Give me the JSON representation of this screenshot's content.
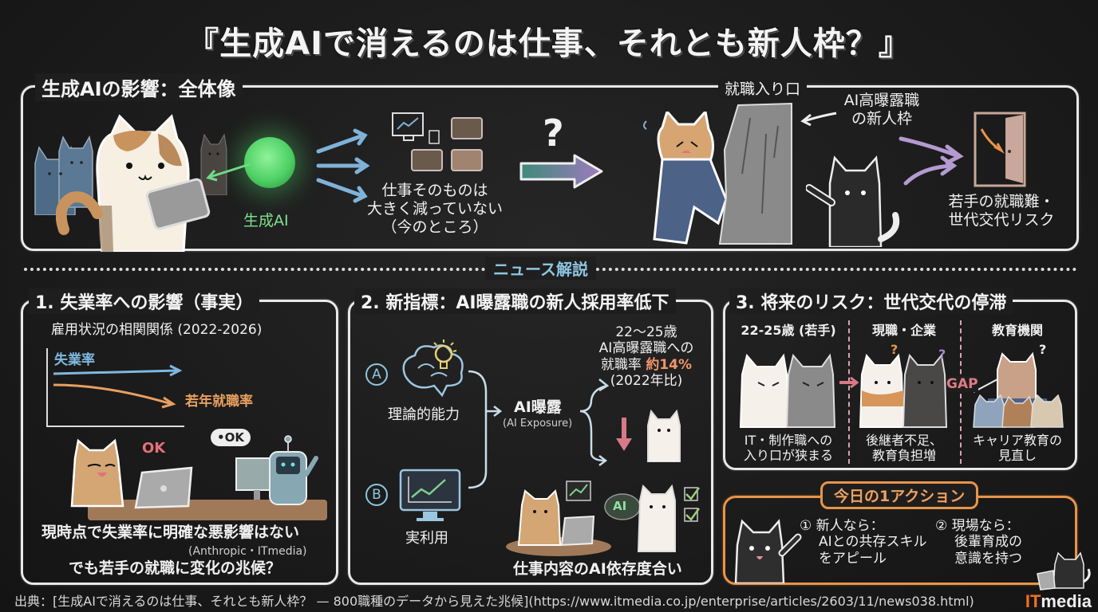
{
  "title": "『生成AIで消えるのは仕事、それとも新人枠？』",
  "overview": {
    "label": "生成AIの影響：全体像",
    "genai_label": "生成AI",
    "jobs_text": [
      "仕事そのものは",
      "大きく減っていない",
      "（今のところ）"
    ],
    "question_mark": "?",
    "entrance_label": "就職入り口",
    "new_slots_label": [
      "AI高曝露職",
      "の新人枠"
    ],
    "risk_text": [
      "若手の就職難・",
      "世代交代リスク"
    ]
  },
  "divider": {
    "label": "ニュース解説"
  },
  "panel1": {
    "title": "1. 失業率への影響（事実）",
    "subtitle": "雇用状況の相関関係 (2022-2026)",
    "unemployment_label": "失業率",
    "youth_employment_label": "若年就職率",
    "cat_ok": "OK",
    "robot_ok": "•OK",
    "conclusion": "現時点で失業率に明確な悪影響はない",
    "source_note": "(Anthropic・ITmedia)",
    "question": "でも若手の就職に変化の兆候？"
  },
  "panel2": {
    "title": "2. 新指標：AI曝露職の新人採用率低下",
    "badge_a": "A",
    "theory_label": "理論的能力",
    "badge_b": "B",
    "practical_label": "実利用",
    "exposure_label": "AI曝露",
    "exposure_en": "(AI Exposure)",
    "stat_lines": [
      "22〜25歳",
      "AI高曝露職への",
      "就職率"
    ],
    "stat_value": "約14%",
    "stat_base": "(2022年比)",
    "ai_bubble": "AI",
    "dependency_label": "仕事内容のAI依存度合い"
  },
  "panel3": {
    "title": "3. 将来のリスク：世代交代の停滞",
    "columns": [
      {
        "header": "22-25歳 (若手)",
        "text": [
          "IT・制作職への",
          "入り口が狭まる"
        ]
      },
      {
        "header": "現職・企業",
        "text": [
          "後継者不足、",
          "教育負担増"
        ]
      },
      {
        "header": "教育機関",
        "text": [
          "キャリア教育の",
          "見直し"
        ]
      }
    ],
    "gap_label": "GAP"
  },
  "action": {
    "title": "今日の1アクション",
    "items": [
      {
        "num": "①",
        "head": "新人なら：",
        "lines": [
          "AIとの共存スキル",
          "をアピール"
        ]
      },
      {
        "num": "②",
        "head": "現場なら：",
        "lines": [
          "後輩育成の",
          "意識を持つ"
        ]
      }
    ]
  },
  "footer": {
    "source": "出典：[生成AIで消えるのは仕事、それとも新人枠？ — 800職種のデータから見えた兆候](https://www.itmedia.co.jp/enterprise/articles/2603/11/news038.html)",
    "logo_it": "IT",
    "logo_media": "media"
  },
  "colors": {
    "background": "#1c1c1c",
    "chalk_white": "#e8e8e8",
    "genai_green": "#7fe08f",
    "unemployment_blue": "#7fb8e0",
    "youth_orange": "#e8a060",
    "stat_orange": "#f0956a",
    "gap_pink": "#e07a84",
    "action_orange": "#e8944a",
    "news_blue": "#8ec6e0"
  }
}
